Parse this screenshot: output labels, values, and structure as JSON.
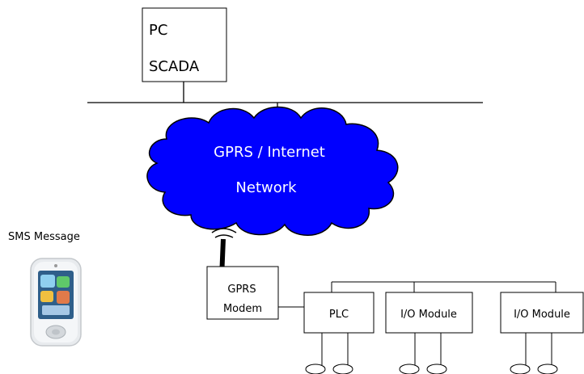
{
  "scada_box": {
    "line1": "PC",
    "line2": "SCADA"
  },
  "cloud": {
    "line1": "GPRS / Internet",
    "line2": "Network",
    "fill_color": "#0000ff"
  },
  "sms_label": "SMS Message",
  "modem": {
    "line1": "GPRS",
    "line2": "Modem"
  },
  "devices": {
    "plc": "PLC",
    "io_module_1": "I/O Module",
    "io_module_2": "I/O Module"
  }
}
